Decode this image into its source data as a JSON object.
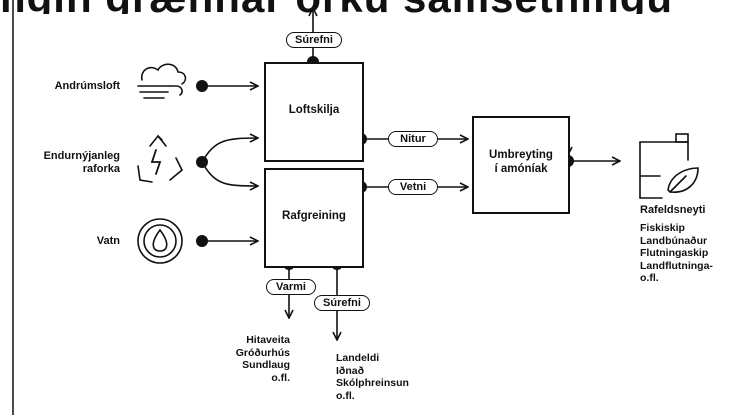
{
  "header_fragment": "ngin grænnar orku samsetningu",
  "inputs": {
    "air": "Andrúmsloft",
    "renewable": [
      "Endurnýjanleg",
      "raforka"
    ],
    "water": "Vatn"
  },
  "processes": {
    "air_separation": "Loftskilja",
    "electrolysis": "Rafgreining",
    "ammonia": [
      "Umbreyting",
      "í amóníak"
    ]
  },
  "streams": {
    "oxygen_top": "Súrefni",
    "nitrogen": "Nitur",
    "hydrogen": "Vetni",
    "heat": "Varmi",
    "oxygen_bottom": "Súrefni"
  },
  "outputs": {
    "fuel_title": "Rafeldsneyti",
    "fuel_uses": [
      "Fiskiskip",
      "Landbúnaður",
      "Flutningaskip",
      "Landflutninga-",
      "o.fl."
    ],
    "heat_uses": [
      "Hitaveita",
      "Gróðurhús",
      "Sundlaug",
      "o.fl."
    ],
    "oxygen_uses": [
      "Landeldi",
      "Iðnað",
      "Skólphreinsun",
      "o.fl."
    ]
  }
}
